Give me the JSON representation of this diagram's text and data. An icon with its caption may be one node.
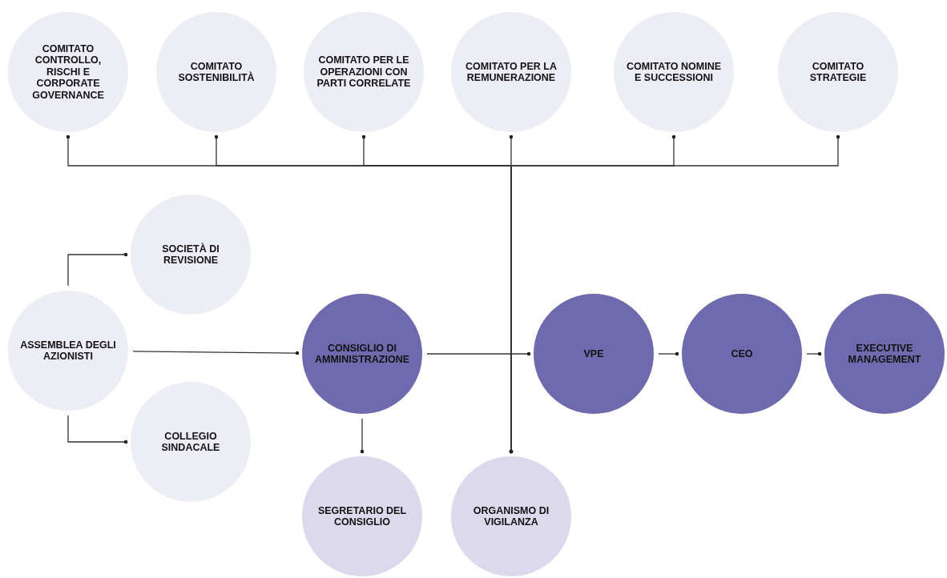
{
  "diagram": {
    "nodes": [
      {
        "text": [
          "COMITATO CONTROLLO, RISCHI E CORPORATE GOVERNANCE"
        ]
      },
      {
        "text": [
          "COMITATO SOSTENIBILITÀ"
        ]
      },
      {
        "text": [
          "COMITATO PER LE OPERAZIONI CON PARTI CORRELATE"
        ]
      },
      {
        "text": [
          "COMITATO PER LA REMUNERAZIONE"
        ]
      },
      {
        "text": [
          "COMITATO NOMINE E SUCCESSIONI"
        ]
      },
      {
        "text": [
          "COMITATO STRATEGIE"
        ]
      },
      {
        "text": [
          "SOCIETÀ DI REVISIONE"
        ]
      },
      {
        "text": [
          "ASSEMBLEA DEGLI AZIONISTI"
        ]
      },
      {
        "text": [
          "COLLEGIO SINDACALE"
        ]
      },
      {
        "text": [
          "CONSIGLIO DI AMMINISTRAZIONE"
        ]
      },
      {
        "text": [
          "VPE"
        ]
      },
      {
        "text": [
          "CEO"
        ]
      },
      {
        "text": [
          "EXECUTIVE MANAGEMENT"
        ]
      },
      {
        "text": [
          "SEGRETARIO DEL CONSIGLIO"
        ]
      },
      {
        "text": [
          "ORGANISMO DI VIGILANZA"
        ]
      }
    ],
    "edges": [
      {
        "from": 0,
        "to": 14,
        "arrow": "other"
      },
      {
        "from": 1,
        "to": 14,
        "arrow": "other"
      },
      {
        "from": 2,
        "to": 14,
        "arrow": "other"
      },
      {
        "from": 3,
        "to": 14,
        "arrow": "other"
      },
      {
        "from": 4,
        "to": 14,
        "arrow": "other"
      },
      {
        "from": 5,
        "to": 14,
        "arrow": "other"
      },
      {
        "from": 7,
        "to": 6,
        "arrow": "other"
      },
      {
        "from": 7,
        "to": 9,
        "arrow": "other"
      },
      {
        "from": 7,
        "to": 8,
        "arrow": "other"
      },
      {
        "from": 9,
        "to": 10,
        "arrow": "other"
      },
      {
        "from": 10,
        "to": 11,
        "arrow": "other"
      },
      {
        "from": 11,
        "to": 12,
        "arrow": "other"
      },
      {
        "from": 9,
        "to": 13,
        "arrow": "other"
      }
    ]
  }
}
